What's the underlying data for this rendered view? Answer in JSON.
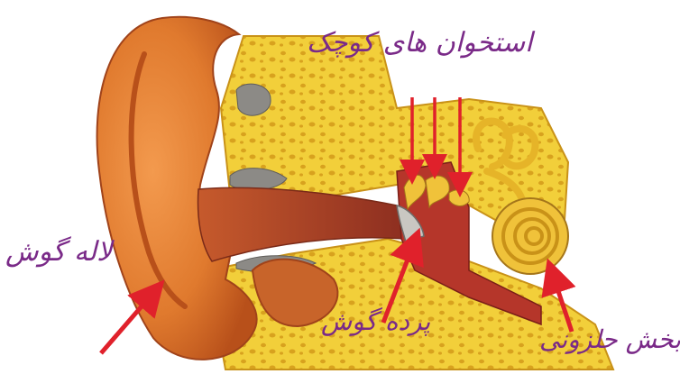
{
  "diagram": {
    "labels": {
      "ossicles": "استخوان های کوچک",
      "pinna": "لاله گوش",
      "eardrum": "پرده گوش",
      "inner_ear": "بخش حلزونی"
    },
    "colors": {
      "skin": "#e07a2e",
      "skin_dark": "#b8501a",
      "bone": "#f2cf3a",
      "bone_pores": "#d8a21e",
      "canal": "#a8452a",
      "middle_ear": "#b5362a",
      "grey": "#8c8a86",
      "arrow": "#e0212b",
      "ink": "#7a2a88"
    }
  }
}
